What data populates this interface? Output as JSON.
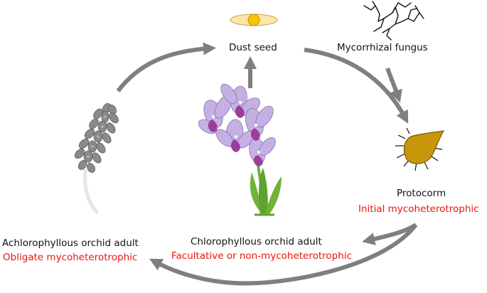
{
  "stages": {
    "dust_seed": "Dust seed",
    "fungus": "Mycorrhizal fungus",
    "protocorm": "Protocorm",
    "protocorm_mode": "Initial mycoheterotrophic",
    "chloro": "Chlorophyllous orchid adult",
    "chloro_mode": "Facultative or non-mycoheterotrophic",
    "achloro": "Achlorophyllous orchid adult",
    "achloro_mode": "Obligate mycoheterotrophic"
  },
  "colors": {
    "arrow": "#7f7f7f",
    "mode_text": "#e8170c",
    "seed_fill": "#fbe6a8",
    "seed_core": "#f6c400",
    "protocorm_fill": "#c8960a",
    "leaf_green": "#6fb33a",
    "flower_purple": "#a57ac6",
    "flower_lip": "#9b3e97",
    "spike_gray": "#8a8a8a"
  }
}
